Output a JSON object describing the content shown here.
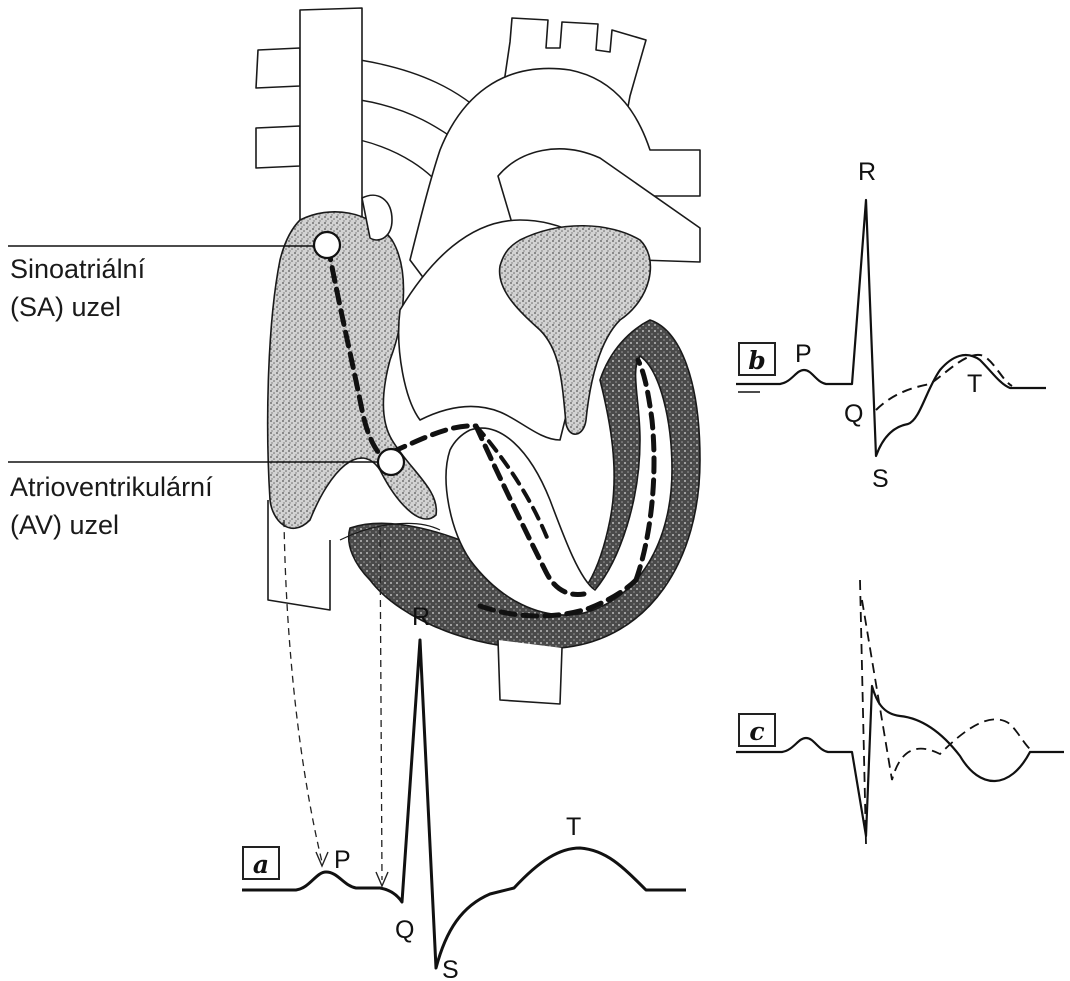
{
  "labels": {
    "sa_node": [
      "Sinoatriální",
      "(SA) uzel"
    ],
    "av_node": [
      "Atrioventrikulární",
      "(AV) uzel"
    ]
  },
  "panels": {
    "a": {
      "tag": "a",
      "waves": {
        "P": "P",
        "Q": "Q",
        "R": "R",
        "S": "S",
        "T": "T"
      }
    },
    "b": {
      "tag": "b",
      "waves": {
        "P": "P",
        "Q": "Q",
        "R": "R",
        "S": "S",
        "T": "T"
      }
    },
    "c": {
      "tag": "c"
    }
  },
  "colors": {
    "ink": "#1a1a1a",
    "stipple_light": "#b9b9b9",
    "stipple_dark": "#4d4d4d",
    "paper": "#ffffff"
  }
}
